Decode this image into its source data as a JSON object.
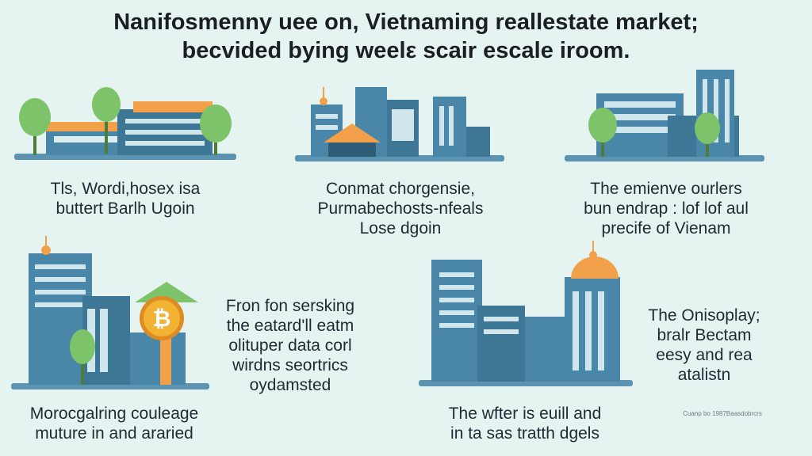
{
  "title": {
    "line1": "Nanifosmenny uee on, Vietnaming reallestate market;",
    "line2": "becvided bying weelε scair escale iroom."
  },
  "panels": [
    {
      "lines": [
        "Tls, Wordi,hosex isa",
        "buttert Barlh Ugoin"
      ]
    },
    {
      "lines": [
        "Conmat chorgensie,",
        "Purmabechosts-nfeals",
        "Lose dgoin"
      ]
    },
    {
      "lines": [
        "The emienve ourlers",
        "bun endrap : lof lof aul",
        "precife of Vienam"
      ]
    },
    {
      "lines": [
        "Fron fon sersking",
        "the eatard'll eatm",
        "olituper data corl",
        "wirdns seortrics",
        "oydamsted"
      ]
    },
    {
      "lines": [
        "Morocgalring couleage",
        "muture in and araried"
      ]
    },
    {
      "lines": [
        "The wfter is euill and",
        "in ta sas tratth dgels"
      ]
    },
    {
      "lines": [
        "The Onisoplay;",
        "bralr Bectam",
        "eesy and rea",
        "atalistn"
      ]
    }
  ],
  "coin_symbol": "₿",
  "footnote": "Cuanp bo 1987Baasdobrcrs",
  "colors": {
    "background": "#e6f4f1",
    "building_blue": "#4a86a8",
    "building_dark": "#2f5d78",
    "accent_orange": "#f3a04a",
    "tree_green": "#7cc36a",
    "coin_gold": "#f2b233"
  }
}
